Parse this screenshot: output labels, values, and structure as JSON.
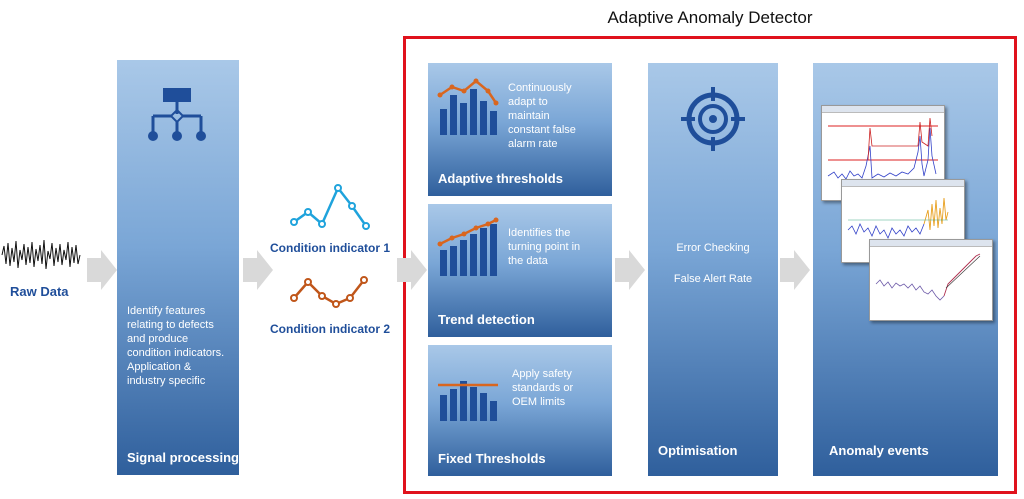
{
  "title": "Adaptive Anomaly Detector",
  "raw_data": {
    "label": "Raw Data"
  },
  "signal_processing": {
    "label": "Signal processing",
    "description": "Identify features relating to defects and produce condition indicators. Application & industry specific",
    "description_lines": [
      "Identify features",
      "relating to defects",
      "and produce",
      "condition indicators.",
      "Application &",
      "industry specific"
    ]
  },
  "indicators": [
    {
      "label": "Condition indicator 1",
      "color": "#1fa3dc"
    },
    {
      "label": "Condition indicator 2",
      "color": "#c0561a"
    }
  ],
  "adaptive": {
    "label": "Adaptive thresholds",
    "text_lines": [
      "Continuously",
      "adapt to",
      "maintain",
      "constant false",
      "alarm rate"
    ]
  },
  "trend": {
    "label": "Trend detection",
    "text_lines": [
      "Identifies the",
      "turning point in",
      "the data"
    ]
  },
  "fixed": {
    "label": "Fixed Thresholds",
    "text_lines": [
      "Apply safety",
      "standards or",
      "OEM limits"
    ]
  },
  "optimisation": {
    "label": "Optimisation",
    "items": [
      "Error Checking",
      "False Alert Rate"
    ]
  },
  "anomaly": {
    "label": "Anomaly events"
  },
  "colors": {
    "frame": "#e0121c",
    "accent": "#1f4e9a",
    "orange": "#d9661f"
  }
}
